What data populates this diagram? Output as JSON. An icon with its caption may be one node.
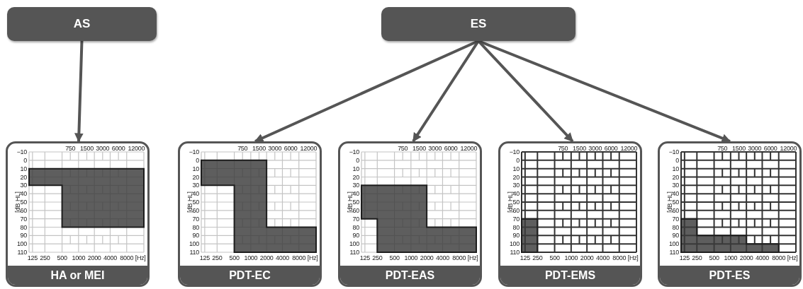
{
  "diagram": {
    "nodes": [
      {
        "text": [
          "AS"
        ]
      },
      {
        "text": [
          "ES"
        ]
      },
      {
        "text": [
          "HA or MEI"
        ]
      },
      {
        "text": [
          "PDT-EC"
        ]
      },
      {
        "text": [
          "PDT-EAS"
        ]
      },
      {
        "text": [
          "PDT-EMS"
        ]
      },
      {
        "text": [
          "PDT-ES"
        ]
      }
    ],
    "edges": [
      {
        "from": 0,
        "to": 2,
        "arrow": "to"
      },
      {
        "from": 1,
        "to": 3,
        "arrow": "to"
      },
      {
        "from": 1,
        "to": 4,
        "arrow": "to"
      },
      {
        "from": 1,
        "to": 5,
        "arrow": "to"
      },
      {
        "from": 1,
        "to": 6,
        "arrow": "to"
      }
    ],
    "labels": [
      "−10",
      "0",
      "10",
      "20",
      "30",
      "40",
      "50",
      "60",
      "70",
      "80",
      "90",
      "100",
      "110",
      "[dB HL]",
      "750",
      "1500",
      "3000",
      "6000",
      "12000",
      "125",
      "250",
      "500",
      "1000",
      "2000",
      "4000",
      "8000",
      "[Hz]",
      "−10",
      "0",
      "10",
      "20",
      "30",
      "40",
      "50",
      "60",
      "70",
      "80",
      "90",
      "100",
      "110",
      "[dB HL]",
      "750",
      "1500",
      "3000",
      "6000",
      "12000",
      "125",
      "250",
      "500",
      "1000",
      "2000",
      "4000",
      "8000",
      "[Hz]",
      "−10",
      "0",
      "10",
      "20",
      "30",
      "40",
      "50",
      "60",
      "70",
      "80",
      "90",
      "100",
      "110",
      "[dB HL]",
      "750",
      "1500",
      "3000",
      "6000",
      "12000",
      "125",
      "250",
      "500",
      "1000",
      "2000",
      "4000",
      "8000",
      "[Hz]",
      "−10",
      "0",
      "10",
      "20",
      "30",
      "40",
      "50",
      "60",
      "70",
      "80",
      "90",
      "100",
      "110",
      "[dB HL]",
      "750",
      "1500",
      "3000",
      "6000",
      "12000",
      "125",
      "250",
      "500",
      "1000",
      "2000",
      "4000",
      "8000",
      "[Hz]",
      "−10",
      "0",
      "10",
      "20",
      "30",
      "40",
      "50",
      "60",
      "70",
      "80",
      "90",
      "100",
      "110",
      "[dB HL]",
      "750",
      "1500",
      "3000",
      "6000",
      "12000",
      "125",
      "250",
      "500",
      "1000",
      "2000",
      "4000",
      "8000",
      "[Hz]"
    ]
  }
}
